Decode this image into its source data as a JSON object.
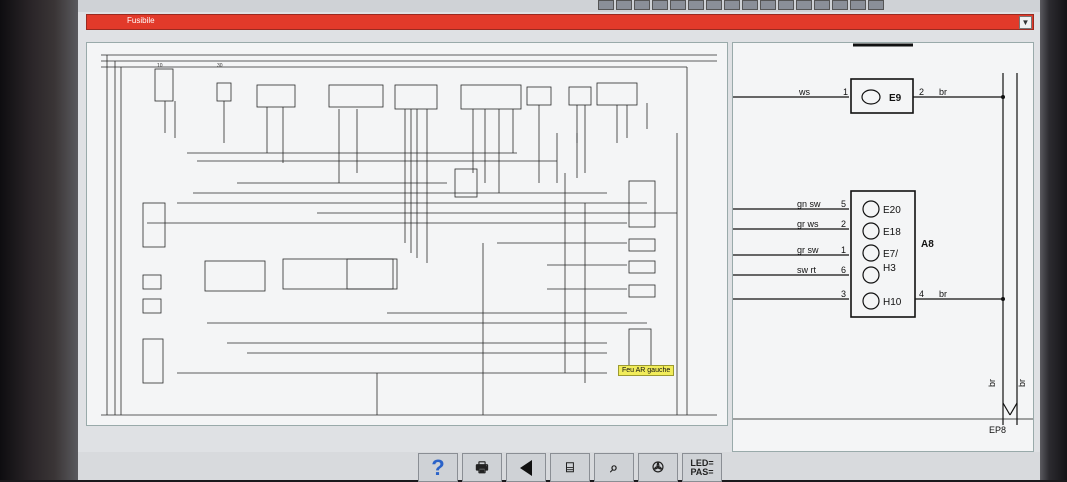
{
  "window": {
    "title": "Fusibile",
    "dropdown_glyph": "▼"
  },
  "schematic_left": {
    "callout": "Feu AR gauche",
    "labels": {
      "top_left_row1": "10",
      "top_left_row2": "30"
    }
  },
  "schematic_right": {
    "upper_component": {
      "id": "E9",
      "wire_in": "ws",
      "pin_in": "1",
      "pin_out": "2",
      "wire_out": "br"
    },
    "module": {
      "id": "A8"
    },
    "rows": [
      {
        "wire": "gn sw",
        "pin": "5",
        "label": "E20"
      },
      {
        "wire": "gr ws",
        "pin": "2",
        "label": "E18"
      },
      {
        "wire": "gr sw",
        "pin": "1",
        "label": "E7/"
      },
      {
        "wire": "sw rt",
        "pin": "6",
        "label": "H3"
      },
      {
        "wire": "",
        "pin": "3",
        "label": "H10",
        "pin_out": "4",
        "wire_out": "br"
      }
    ],
    "side_wire_1": "br",
    "side_wire_2": "br",
    "connector": "EP8"
  },
  "toolbar": {
    "help": "?",
    "led_line1": "LED=",
    "led_line2": "PAS="
  }
}
